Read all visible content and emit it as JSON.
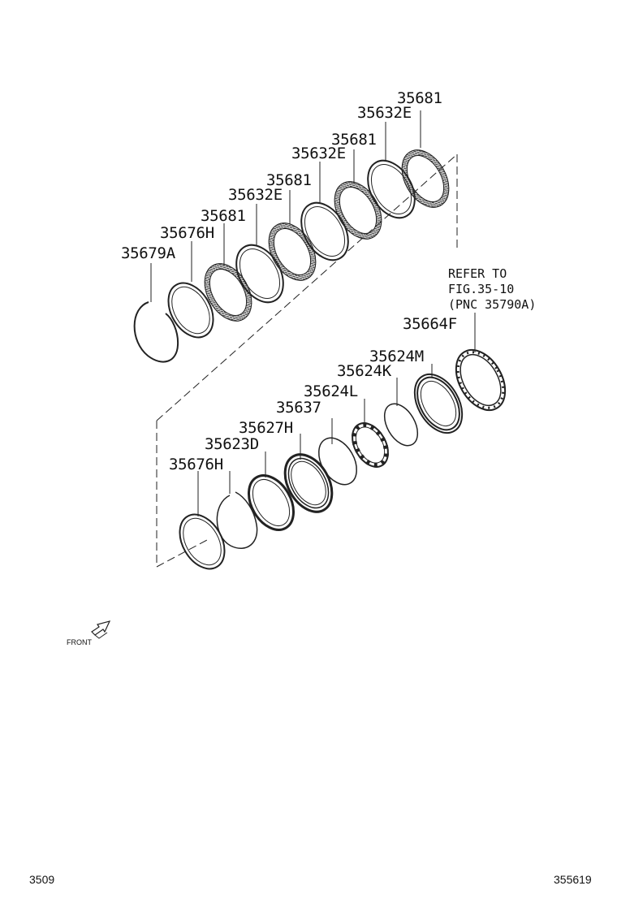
{
  "parts": {
    "p35681_a": "35681",
    "p35632e_a": "35632E",
    "p35681_b": "35681",
    "p35632e_b": "35632E",
    "p35681_c": "35681",
    "p35632e_c": "35632E",
    "p35681_d": "35681",
    "p35676h_a": "35676H",
    "p35679a": "35679A",
    "p35664f": "35664F",
    "p35624m": "35624M",
    "p35624k": "35624K",
    "p35624l": "35624L",
    "p35637": "35637",
    "p35627h": "35627H",
    "p35623d": "35623D",
    "p35676h_b": "35676H"
  },
  "refer_note": {
    "line1": "REFER TO",
    "line2": "FIG.35-10",
    "line3": "(PNC 35790A)"
  },
  "front_label": "FRONT",
  "footer": {
    "left": "3509",
    "right": "355619"
  }
}
